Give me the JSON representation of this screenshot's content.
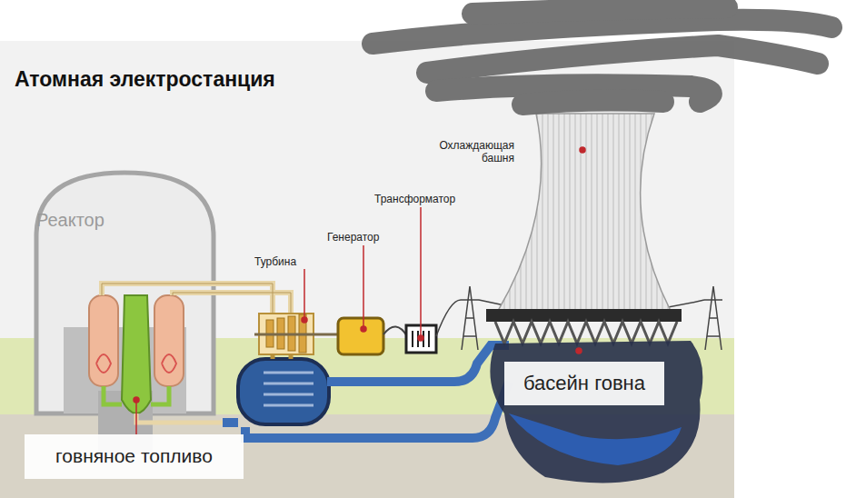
{
  "diagram": {
    "title": "Атомная электростанция",
    "nodes": [
      {
        "text": [
          "Реактор"
        ]
      },
      {
        "text": [
          "басейн говна"
        ]
      },
      {
        "text": [
          "говняное топливо"
        ]
      }
    ],
    "labels": [
      "Охлаждающая башня",
      "Трансформатор",
      "Генератор",
      "Турбина"
    ]
  }
}
